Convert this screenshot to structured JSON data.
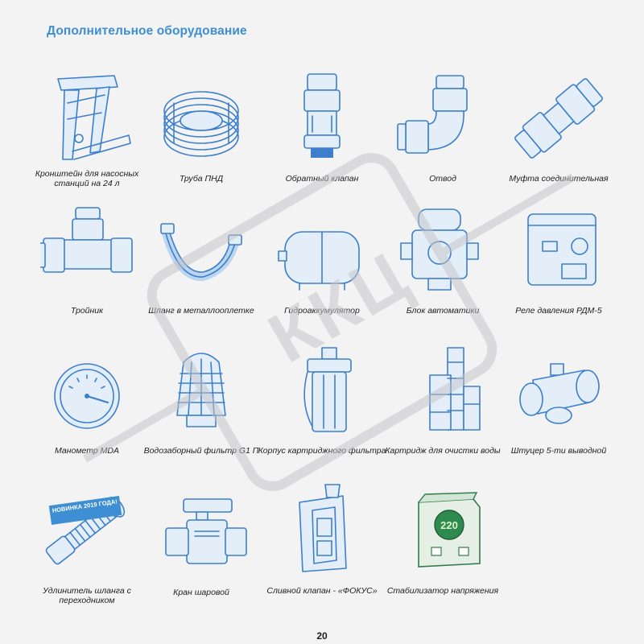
{
  "page": {
    "title": "Дополнительное оборудование",
    "number": "20",
    "watermark": "ККЦ",
    "accent_color": "#3d8ed3"
  },
  "items": [
    {
      "caption": "Кронштейн для насосных станций на 24 л",
      "icon": "bracket-icon"
    },
    {
      "caption": "Труба ПНД",
      "icon": "pipe-coil-icon"
    },
    {
      "caption": "Обратный клапан",
      "icon": "check-valve-icon"
    },
    {
      "caption": "Отвод",
      "icon": "elbow-fitting-icon"
    },
    {
      "caption": "Муфта соединительная",
      "icon": "coupling-icon"
    },
    {
      "caption": "Тройник",
      "icon": "tee-fitting-icon"
    },
    {
      "caption": "Шланг в металлооплетке",
      "icon": "braided-hose-icon"
    },
    {
      "caption": "Гидроаккумулятор",
      "icon": "pressure-tank-icon"
    },
    {
      "caption": "Блок автоматики",
      "icon": "automation-unit-icon"
    },
    {
      "caption": "Реле давления РДМ-5",
      "icon": "pressure-switch-icon"
    },
    {
      "caption": "Манометр MDA",
      "icon": "manometer-icon"
    },
    {
      "caption": "Водозаборный фильтр G1 П",
      "icon": "intake-filter-icon"
    },
    {
      "caption": "Корпус картриджного фильтра",
      "icon": "filter-housing-icon"
    },
    {
      "caption": "Картридж для очистки воды",
      "icon": "cartridge-icon"
    },
    {
      "caption": "Штуцер 5-ти выводной",
      "icon": "five-way-fitting-icon"
    },
    {
      "caption": "Удлинитель шланга с переходником",
      "icon": "hose-extension-icon",
      "badge": "НОВИНКА 2019 ГОДА!"
    },
    {
      "caption": "Кран шаровой",
      "icon": "ball-valve-icon"
    },
    {
      "caption": "Сливной клапан - «ФОКУС»",
      "icon": "drain-valve-icon"
    },
    {
      "caption": "Стабилизатор напряжения",
      "icon": "voltage-stabilizer-icon",
      "display": "220"
    }
  ]
}
